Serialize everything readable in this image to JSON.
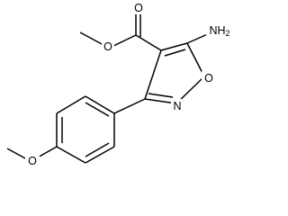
{
  "atom_labels": {
    "ester_oxygen_carbonyl": "O",
    "ester_oxygen_single": "O",
    "amino": "NH2",
    "ring_nitrogen": "N",
    "ring_oxygen": "O",
    "ether_oxygen": "O"
  },
  "colors": {
    "bond": "#000000",
    "label": "#000000",
    "background": "#ffffff"
  }
}
